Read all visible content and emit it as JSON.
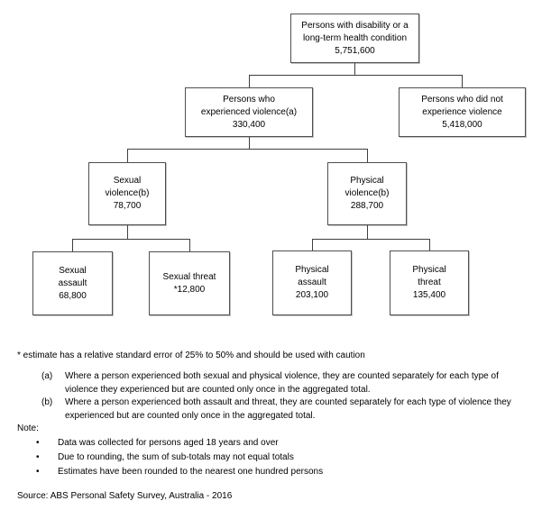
{
  "diagram": {
    "nodes": {
      "root": {
        "lines": [
          "Persons with disability or a",
          "long-term health condition",
          "5,751,600"
        ]
      },
      "violence": {
        "lines": [
          "Persons who",
          "experienced violence(a)",
          "330,400"
        ]
      },
      "no_violence": {
        "lines": [
          "Persons who did not",
          "experience violence",
          "5,418,000"
        ]
      },
      "sexual_violence": {
        "lines": [
          "Sexual",
          "violence(b)",
          "78,700"
        ]
      },
      "physical_violence": {
        "lines": [
          "Physical",
          "violence(b)",
          "288,700"
        ]
      },
      "sexual_assault": {
        "lines": [
          "Sexual",
          "assault",
          "68,800"
        ]
      },
      "sexual_threat": {
        "lines": [
          "Sexual threat",
          "*12,800"
        ]
      },
      "physical_assault": {
        "lines": [
          "Physical",
          "assault",
          "203,100"
        ]
      },
      "physical_threat": {
        "lines": [
          "Physical",
          "threat",
          "135,400"
        ]
      }
    }
  },
  "notes": {
    "asterisk": "* estimate has a relative standard error of 25% to 50% and should be used with caution",
    "footnotes": [
      {
        "label": "(a)",
        "text": "Where a person experienced both sexual and physical violence, they are counted separately for each type of violence they experienced but are counted only once in the aggregated total."
      },
      {
        "label": "(b)",
        "text": "Where a person experienced both assault and threat, they are counted separately for each type of violence they experienced but are counted only once in the aggregated total."
      }
    ],
    "note_label": "Note:",
    "bullet_glyph": "•",
    "bullets": [
      "Data was collected for persons aged 18 years and over",
      "Due to rounding,  the sum of sub-totals may not equal totals",
      "Estimates have been rounded  to the nearest one hundred persons"
    ],
    "source": "Source: ABS Personal Safety Survey,  Australia - 2016"
  },
  "colors": {
    "box_border": "#4f4f4f",
    "connector_line": "#3f3f3f",
    "text": "#000000",
    "background": "#ffffff"
  }
}
